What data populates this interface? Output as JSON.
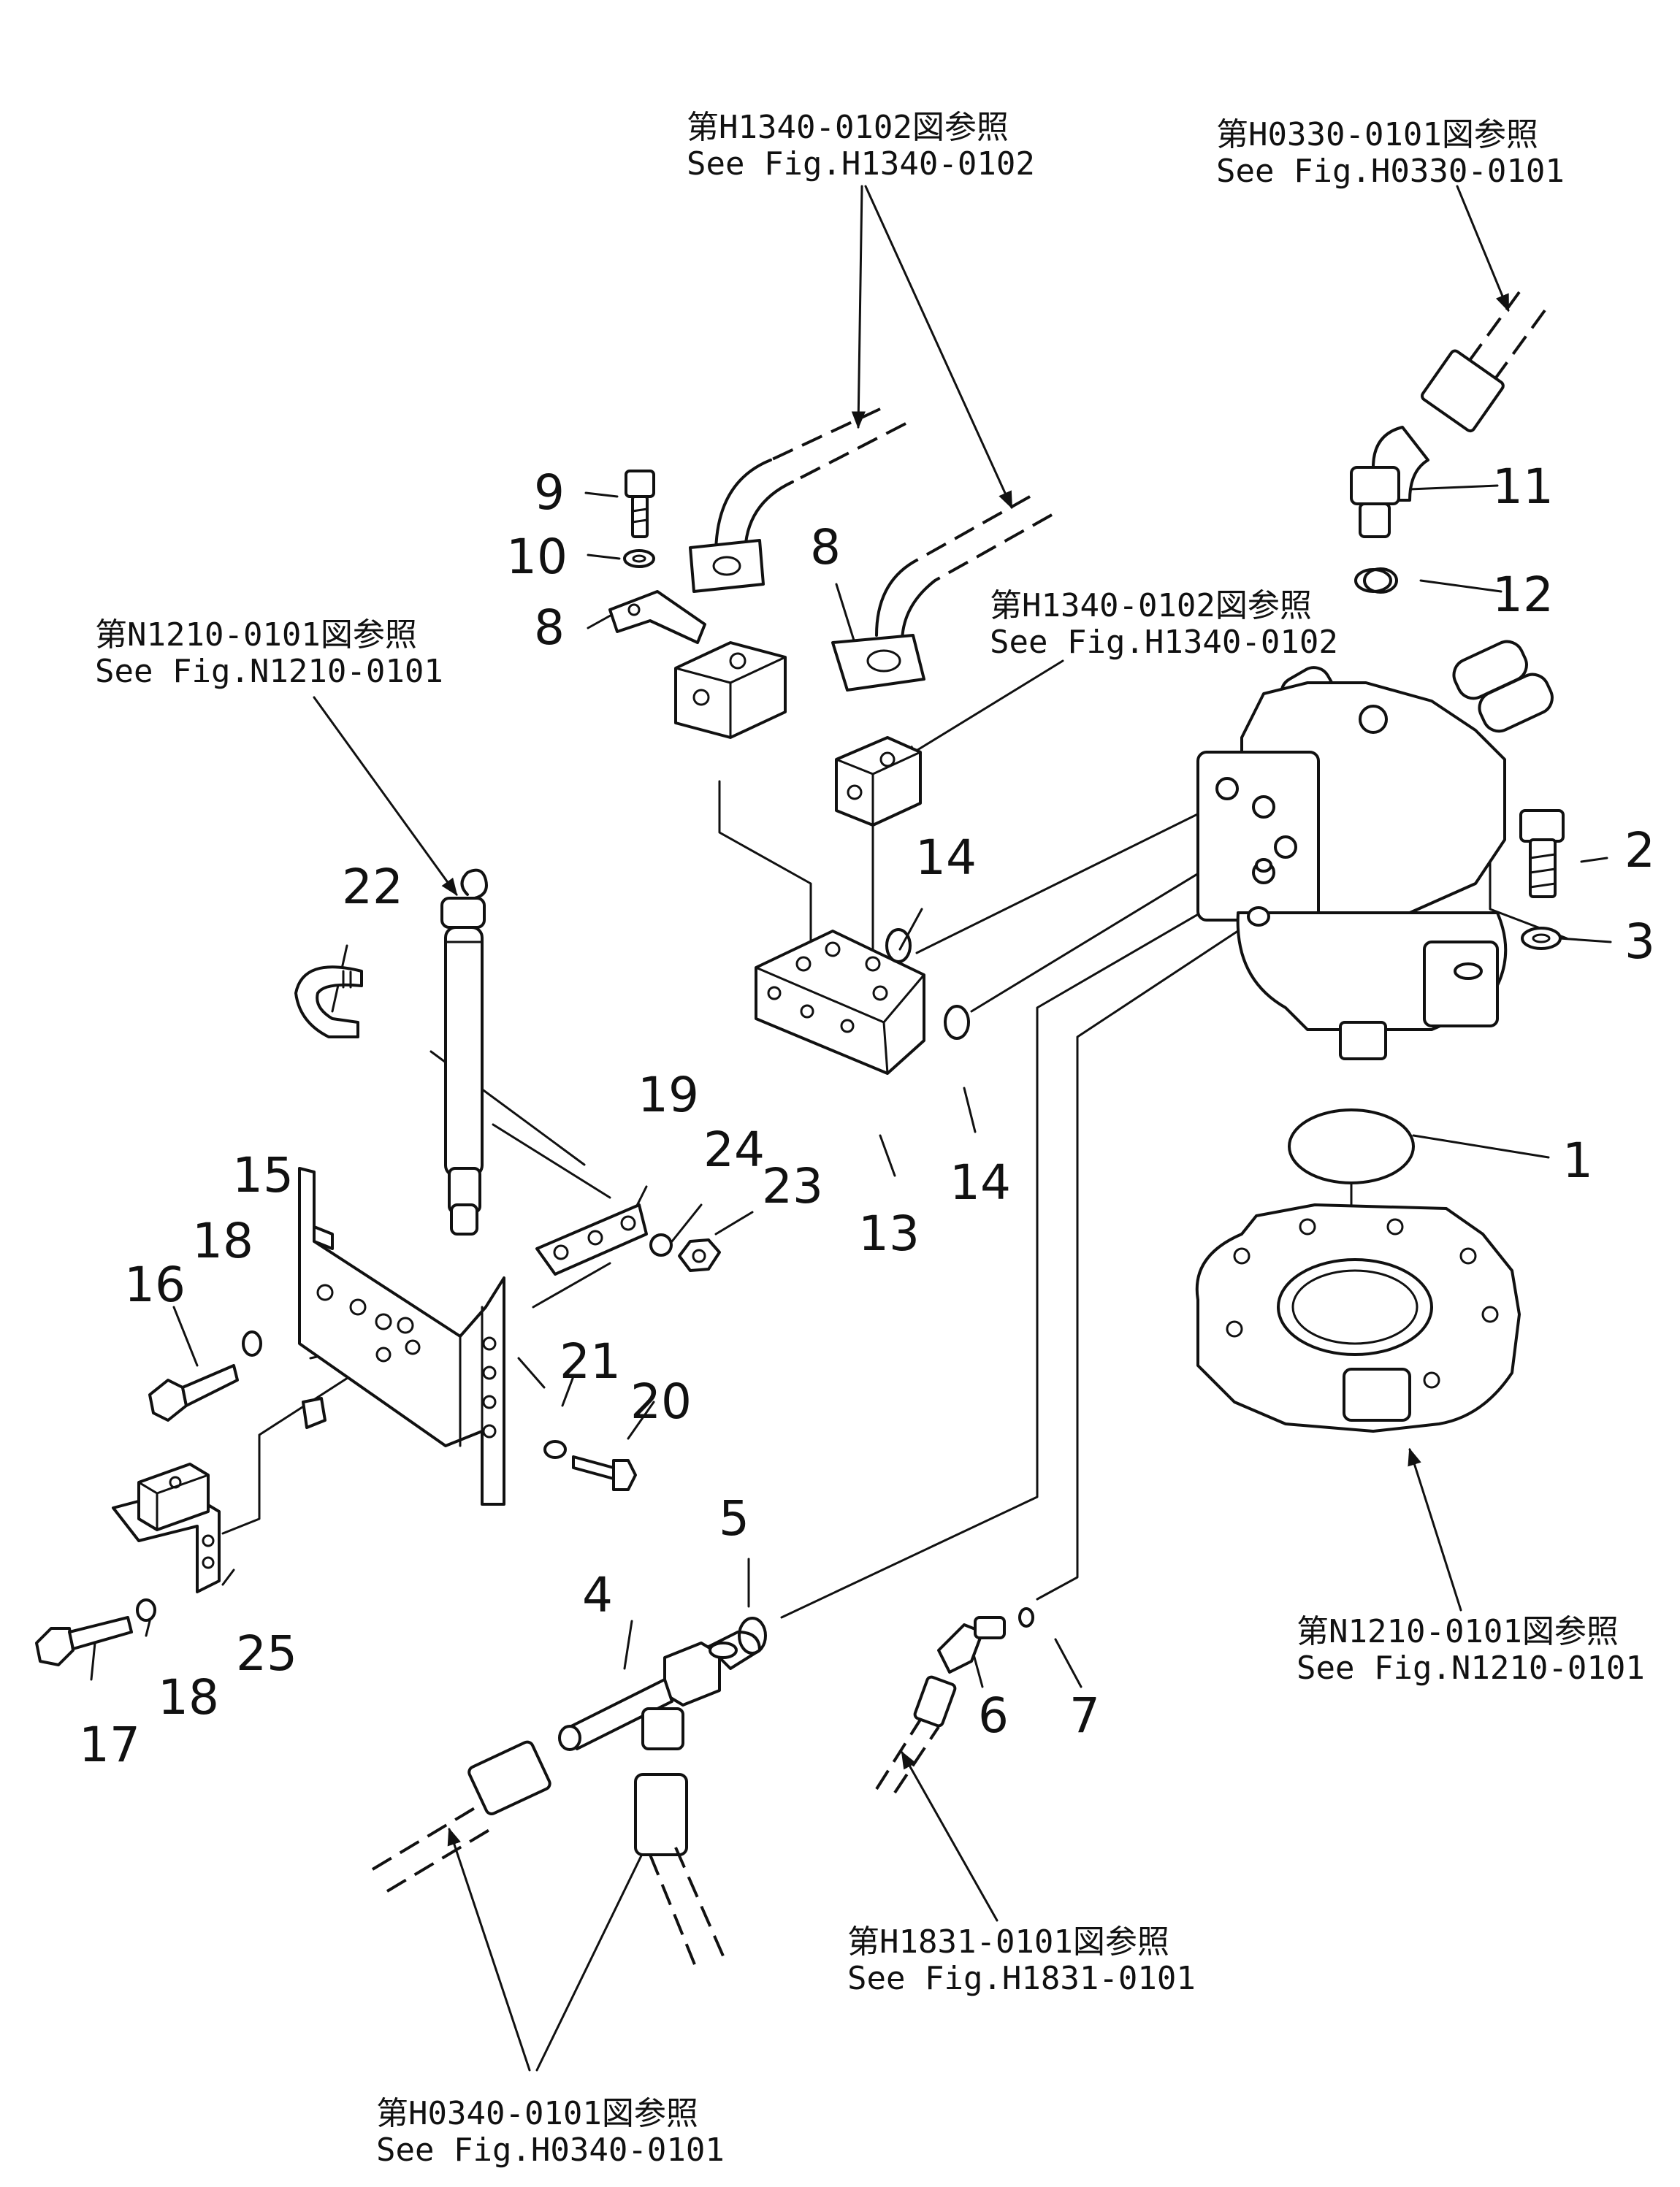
{
  "references": [
    {
      "id": "ref-h1340-top",
      "jp": "第H1340-0102図参照",
      "en": "See Fig.H1340-0102"
    },
    {
      "id": "ref-h0330",
      "jp": "第H0330-0101図参照",
      "en": "See Fig.H0330-0101"
    },
    {
      "id": "ref-n1210-left",
      "jp": "第N1210-0101図参照",
      "en": "See Fig.N1210-0101"
    },
    {
      "id": "ref-h1340-mid",
      "jp": "第H1340-0102図参照",
      "en": "See Fig.H1340-0102"
    },
    {
      "id": "ref-n1210-right",
      "jp": "第N1210-0101図参照",
      "en": "See Fig.N1210-0101"
    },
    {
      "id": "ref-h1831",
      "jp": "第H1831-0101図参照",
      "en": "See Fig.H1831-0101"
    },
    {
      "id": "ref-h0340",
      "jp": "第H0340-0101図参照",
      "en": "See Fig.H0340-0101"
    }
  ],
  "part_numbers": {
    "p1": "1",
    "p2": "2",
    "p3": "3",
    "p4": "4",
    "p5": "5",
    "p6": "6",
    "p7": "7",
    "p8a": "8",
    "p8b": "8",
    "p9": "9",
    "p10": "10",
    "p11": "11",
    "p12": "12",
    "p13": "13",
    "p14a": "14",
    "p14b": "14",
    "p15": "15",
    "p16": "16",
    "p17": "17",
    "p18a": "18",
    "p18b": "18",
    "p19": "19",
    "p20": "20",
    "p21": "21",
    "p22": "22",
    "p23": "23",
    "p24": "24",
    "p25": "25"
  }
}
